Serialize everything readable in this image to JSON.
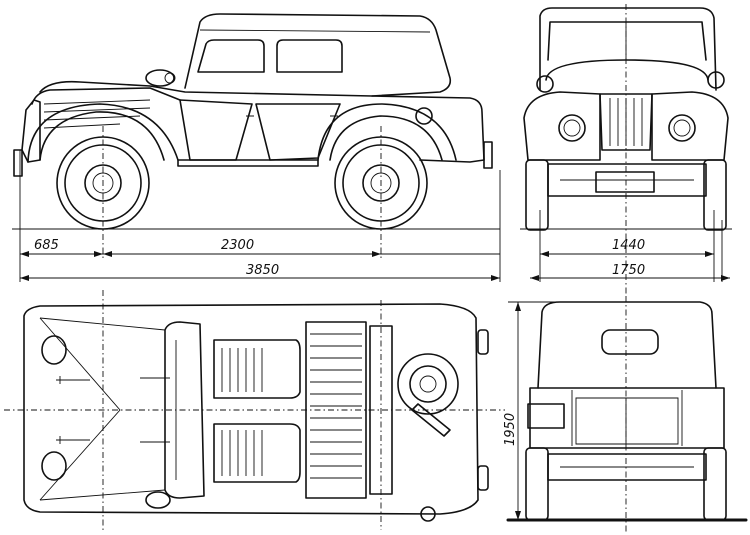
{
  "dimensions": {
    "front_overhang": "685",
    "wheelbase": "2300",
    "overall_length": "3850",
    "track": "1440",
    "overall_width": "1750",
    "overall_height": "1950"
  }
}
